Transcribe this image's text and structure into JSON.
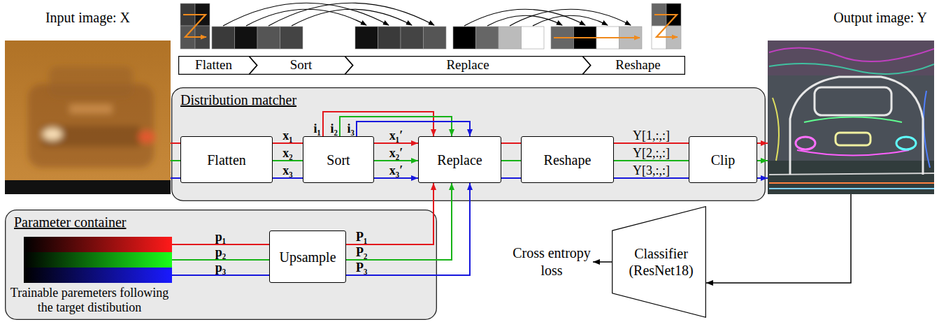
{
  "diagram": {
    "nodes": [
      {
        "text": [
          "Input image: X"
        ]
      },
      {
        "text": [
          "Flatten"
        ]
      },
      {
        "text": [
          "Sort"
        ]
      },
      {
        "text": [
          "Replace"
        ]
      },
      {
        "text": [
          "Reshape"
        ]
      },
      {
        "text": [
          "Output image: Y"
        ]
      },
      {
        "text": [
          "Distribution matcher"
        ]
      },
      {
        "text": [
          "Flatten"
        ],
        "in": 6
      },
      {
        "text": [
          "Sort"
        ],
        "in": 6
      },
      {
        "text": [
          "Replace"
        ],
        "in": 6
      },
      {
        "text": [
          "Reshape"
        ],
        "in": 6
      },
      {
        "text": [
          "Clip"
        ],
        "in": 6
      },
      {
        "text": [
          "Parameter container"
        ]
      },
      {
        "text": [
          "Trainable paremeters following the target distibution"
        ],
        "in": 12
      },
      {
        "text": [
          "Upsample"
        ],
        "in": 12
      },
      {
        "text": [
          "Cross entropy loss"
        ]
      },
      {
        "text": [
          "Classifier (ResNet18)"
        ]
      }
    ],
    "edges": [
      {
        "from": 0,
        "to": 7,
        "arrow": "none"
      },
      {
        "from": 0,
        "to": 7,
        "arrow": "none"
      },
      {
        "from": 0,
        "to": 7,
        "arrow": "none"
      },
      {
        "from": 7,
        "to": 8,
        "label": "x₁",
        "arrow": "none"
      },
      {
        "from": 7,
        "to": 8,
        "label": "x₂",
        "arrow": "none"
      },
      {
        "from": 7,
        "to": 8,
        "label": "x₃",
        "arrow": "none"
      },
      {
        "from": 8,
        "to": 9,
        "label": "x₁′",
        "arrow": "to"
      },
      {
        "from": 8,
        "to": 9,
        "label": "x₂′",
        "arrow": "to"
      },
      {
        "from": 8,
        "to": 9,
        "label": "x₃′",
        "arrow": "to"
      },
      {
        "from": 8,
        "to": 9,
        "label": "i₁",
        "arrow": "to"
      },
      {
        "from": 8,
        "to": 9,
        "label": "i₂",
        "arrow": "to"
      },
      {
        "from": 8,
        "to": 9,
        "label": "i₃",
        "arrow": "to"
      },
      {
        "from": 9,
        "to": 10,
        "arrow": "none"
      },
      {
        "from": 9,
        "to": 10,
        "arrow": "none"
      },
      {
        "from": 9,
        "to": 10,
        "arrow": "none"
      },
      {
        "from": 10,
        "to": 11,
        "label": "Y[1,:,:]",
        "arrow": "none"
      },
      {
        "from": 10,
        "to": 11,
        "label": "Y[2,:,:]",
        "arrow": "none"
      },
      {
        "from": 10,
        "to": 11,
        "label": "Y[3,:,:]",
        "arrow": "none"
      },
      {
        "from": 11,
        "to": 5,
        "arrow": "to"
      },
      {
        "from": 11,
        "to": 5,
        "arrow": "to"
      },
      {
        "from": 11,
        "to": 5,
        "arrow": "to"
      },
      {
        "from": 13,
        "to": 14,
        "label": "p₁",
        "arrow": "none"
      },
      {
        "from": 13,
        "to": 14,
        "label": "p₂",
        "arrow": "none"
      },
      {
        "from": 13,
        "to": 14,
        "label": "p₃",
        "arrow": "none"
      },
      {
        "from": 14,
        "to": 9,
        "label": "P₁",
        "arrow": "to"
      },
      {
        "from": 14,
        "to": 9,
        "label": "P₂",
        "arrow": "to"
      },
      {
        "from": 14,
        "to": 9,
        "label": "P₃",
        "arrow": "to"
      },
      {
        "from": 5,
        "to": 16,
        "arrow": "to"
      },
      {
        "from": 16,
        "to": 15,
        "arrow": "to"
      }
    ]
  }
}
